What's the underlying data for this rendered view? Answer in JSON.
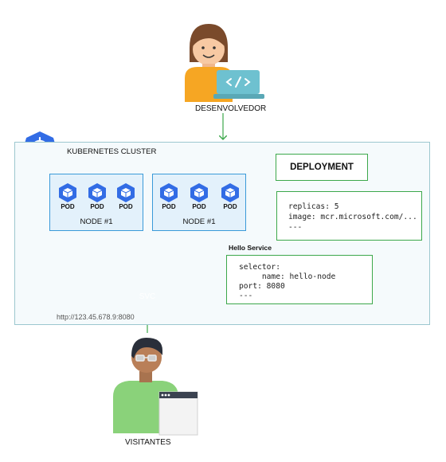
{
  "developer": {
    "label": "DESENVOLVEDOR"
  },
  "visitors": {
    "label": "VISITANTES"
  },
  "cluster": {
    "title": "KUBERNETES CLUSTER"
  },
  "deployment": {
    "title": "DEPLOYMENT",
    "spec_lines": [
      "replicas: 5",
      "image: mcr.microsoft.com/...",
      "---"
    ]
  },
  "nodes": [
    {
      "label": "NODE #1",
      "pods": [
        "POD",
        "POD",
        "POD"
      ]
    },
    {
      "label": "NODE #1",
      "pods": [
        "POD",
        "POD",
        "POD"
      ]
    }
  ],
  "service": {
    "title": "Hello Service",
    "icon_label": "SVC",
    "spec_lines": [
      "selector:",
      "     name: hello-node",
      "port: 8080",
      "---"
    ],
    "url": "http://123.45.678.9:8080"
  },
  "colors": {
    "k8s_blue": "#326ce5",
    "connector_green": "#3ca84b",
    "node_border": "#3a9ad9",
    "node_fill": "#e3f1fb",
    "cluster_border": "#9cc7cf"
  }
}
